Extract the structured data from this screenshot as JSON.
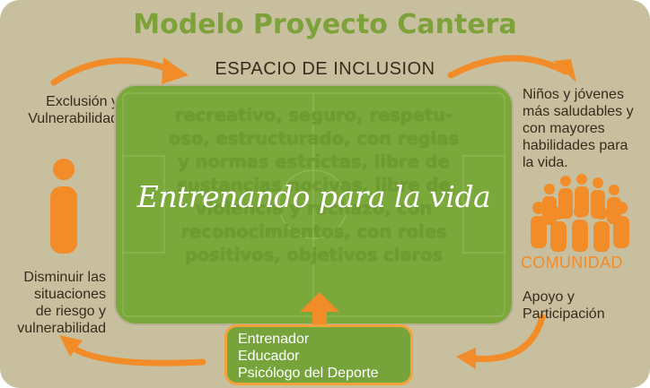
{
  "title": "Modelo Proyecto Cantera",
  "subtitle": "ESPACIO DE INCLUSION",
  "left_top": [
    "Exclusión y",
    "Vulnerabilidad"
  ],
  "left_bottom": [
    "Disminuir las",
    "situaciones",
    "de riesgo y",
    "vulnerabilidad"
  ],
  "right_top": [
    "Niños y jóvenes",
    "más saludables y",
    "con mayores",
    "habilidades para",
    "la vida."
  ],
  "right_bottom": [
    "Apoyo y",
    "Participación"
  ],
  "community_label": "COMUNIDAD",
  "field_text": [
    "recreativo, seguro, respetu-",
    "oso, estructurado, con reglas",
    "y normas estrictas, libre de",
    "sustancias nocivas, libre de",
    "violencia y rechazo, con",
    "reconocimientos, con roles",
    "positivos, objetivos claros"
  ],
  "motto": "Entrenando para la vida",
  "staff": [
    "Entrenador",
    "Educador",
    "Psicólogo del Deporte"
  ],
  "colors": {
    "background": "#c8bf9f",
    "title_green": "#7da23a",
    "field_green": "#7aa83a",
    "orange": "#f28c28",
    "text_brown": "#3b2a1c"
  },
  "icons": [
    "person-icon",
    "community-group-icon",
    "curved-arrow-icon",
    "up-arrow-icon"
  ]
}
